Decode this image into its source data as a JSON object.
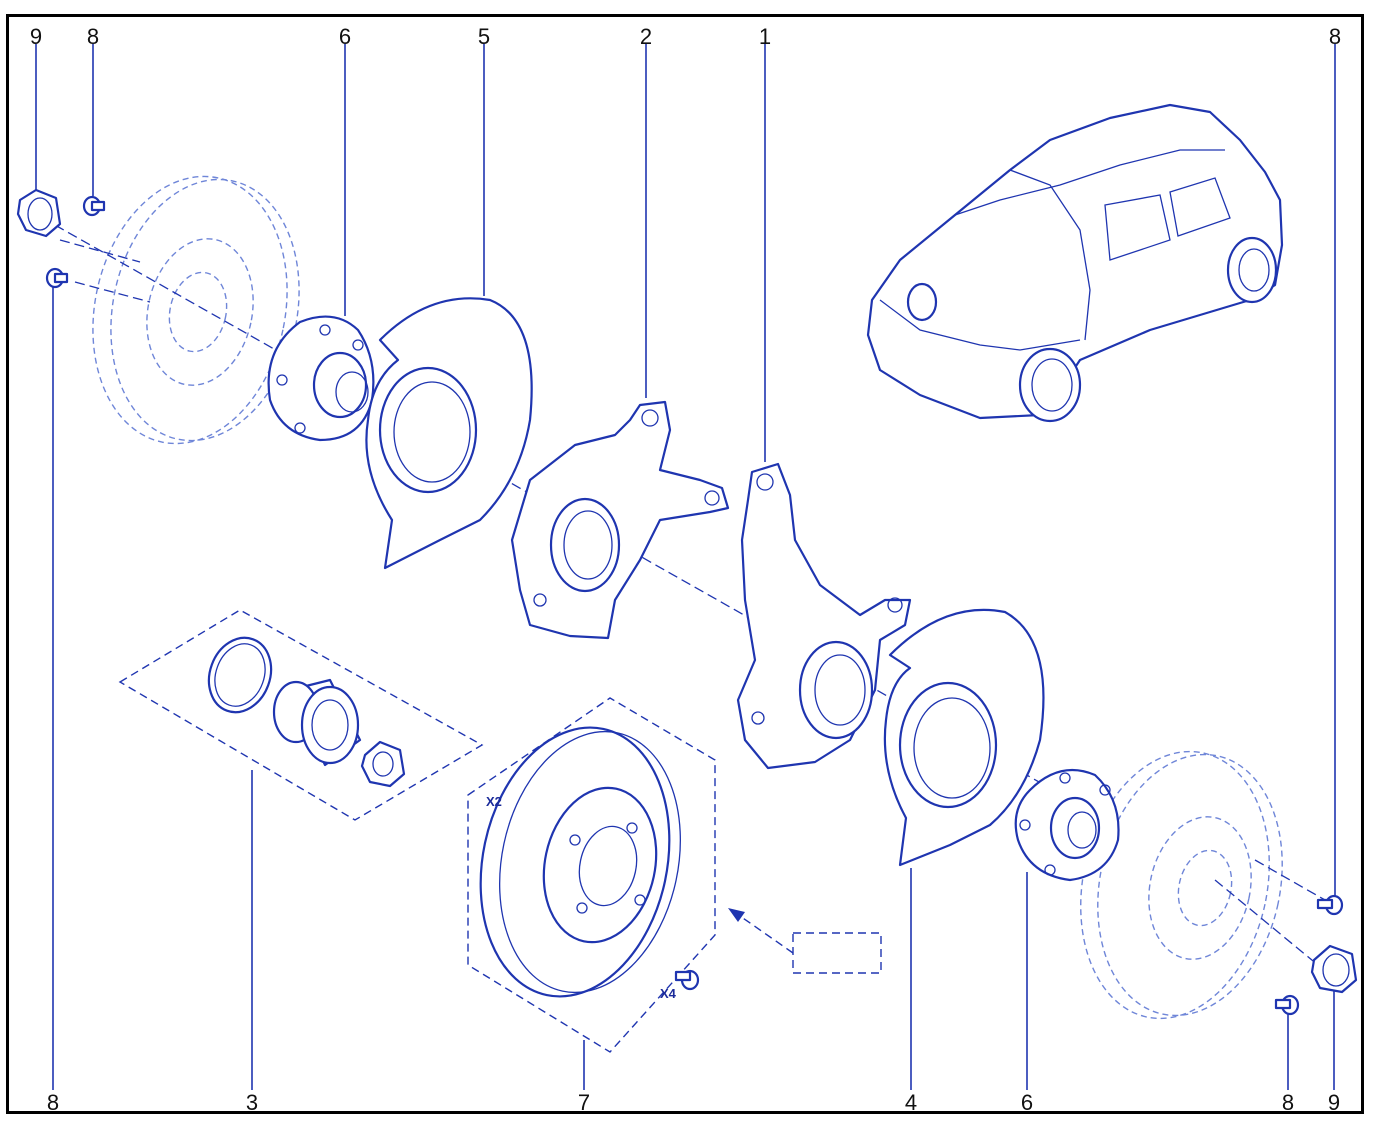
{
  "callouts": {
    "top": [
      "9",
      "8",
      "6",
      "5",
      "2",
      "1",
      "8"
    ],
    "bottom": [
      "8",
      "3",
      "7",
      "4",
      "6",
      "8",
      "9"
    ]
  },
  "multipliers": {
    "disc": "X2",
    "screws": "X4"
  },
  "colors": {
    "line": "#1f35b0",
    "ghost": "#6f86d8",
    "frame": "#000000"
  }
}
